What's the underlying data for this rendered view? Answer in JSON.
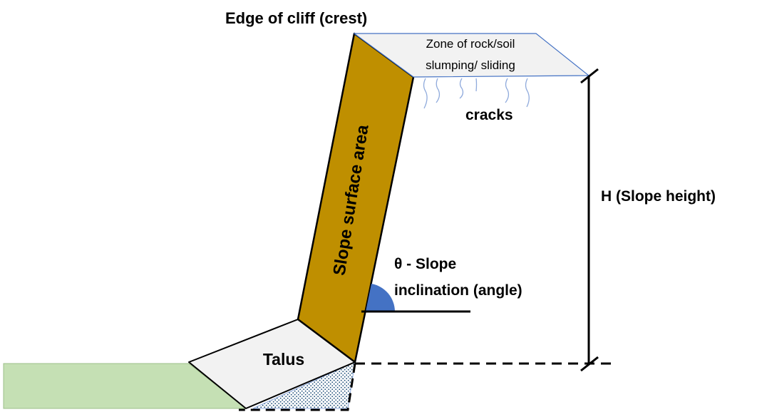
{
  "labels": {
    "crest": "Edge of cliff (crest)",
    "zone_line1": "Zone of rock/soil",
    "zone_line2": "slumping/ sliding",
    "cracks": "cracks",
    "slope_height": "H (Slope height)",
    "slope_surface": "Slope surface area",
    "angle_line1": "θ  - Slope",
    "angle_line2": "inclination (angle)",
    "talus": "Talus"
  },
  "colors": {
    "slope_face": "#bf8f00",
    "talus": "#f2f2f2",
    "zone": "#f2f2f2",
    "ground": "#c5e0b4",
    "angle_marker": "#4472c4",
    "cracks": "#8faadc",
    "stipple": "#1f4e79",
    "outline": "#000000"
  }
}
